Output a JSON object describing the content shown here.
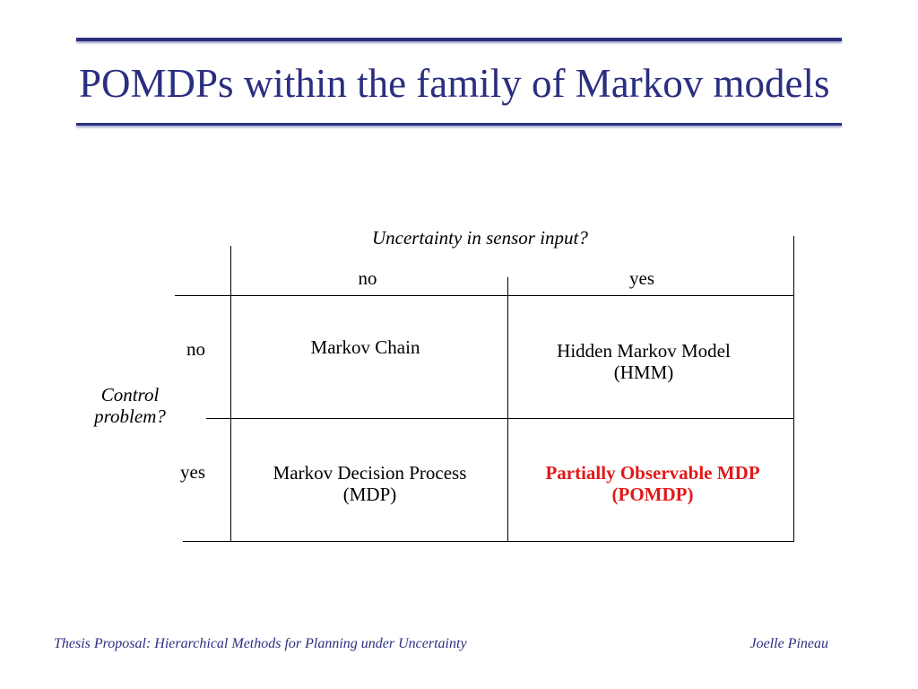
{
  "slide": {
    "title": "POMDPs within the family of Markov models"
  },
  "table": {
    "column_axis_label": "Uncertainty in sensor input?",
    "row_axis_label_line1": "Control",
    "row_axis_label_line2": "problem?",
    "columns": [
      "no",
      "yes"
    ],
    "rows": [
      "no",
      "yes"
    ],
    "cells": {
      "no_no": [
        "Markov Chain"
      ],
      "no_yes": [
        "Hidden Markov Model",
        "(HMM)"
      ],
      "yes_no": [
        "Markov Decision Process",
        "(MDP)"
      ],
      "yes_yes": [
        "Partially Observable MDP",
        "(POMDP)"
      ]
    },
    "highlight_color": "#e11919"
  },
  "footer": {
    "left": "Thesis Proposal: Hierarchical Methods for Planning under Uncertainty",
    "right": "Joelle Pineau"
  },
  "colors": {
    "title": "#2b2f80",
    "rule": "#2b2f80"
  }
}
